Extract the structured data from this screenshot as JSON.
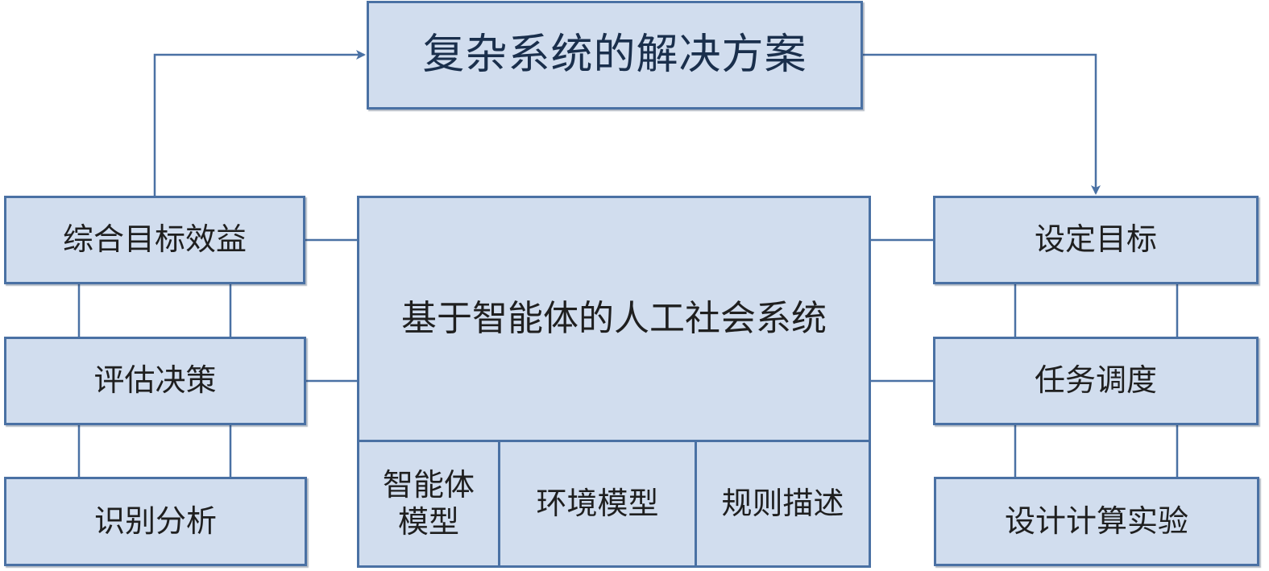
{
  "diagram": {
    "title": "复杂系统的解决方案",
    "center": {
      "label": "基于智能体的人工社会系统",
      "sub_components": [
        "智能体模型",
        "环境模型",
        "规则描述"
      ]
    },
    "left_column": [
      "综合目标效益",
      "评估决策",
      "识别分析"
    ],
    "right_column": [
      "设定目标",
      "任务调度",
      "设计计算实验"
    ]
  },
  "colors": {
    "box_fill": "#d1ddee",
    "box_border": "#4a71a4",
    "connector": "#4a71a4",
    "title_text": "#1a2f4c",
    "text": "#1f1f1f"
  }
}
